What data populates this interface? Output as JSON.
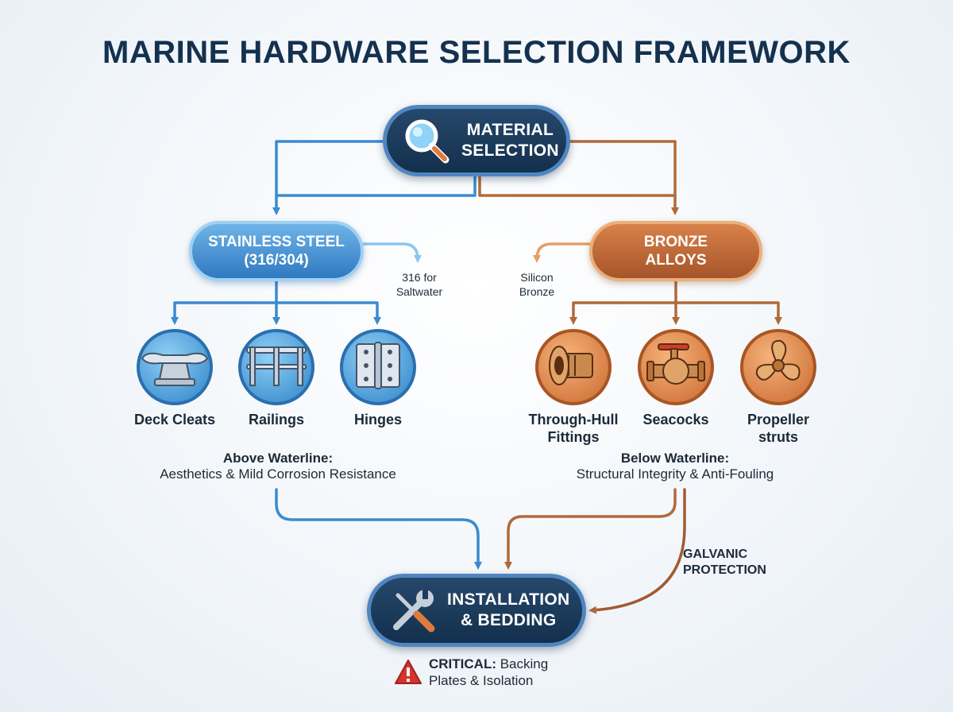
{
  "title": "MARINE HARDWARE SELECTION FRAMEWORK",
  "root": {
    "line1": "MATERIAL",
    "line2": "SELECTION",
    "icon": "magnifier-icon"
  },
  "steel": {
    "line1": "STAINLESS STEEL",
    "line2": "(316/304)",
    "note_line1": "316 for",
    "note_line2": "Saltwater",
    "color": "#3a8bd0",
    "items": [
      {
        "label": "Deck Cleats",
        "icon": "cleat-icon"
      },
      {
        "label": "Railings",
        "icon": "railing-icon"
      },
      {
        "label": "Hinges",
        "icon": "hinge-icon"
      }
    ],
    "zone_title": "Above Waterline:",
    "zone_desc": "Aesthetics & Mild Corrosion Resistance"
  },
  "bronze": {
    "line1": "BRONZE",
    "line2": "ALLOYS",
    "note_line1": "Silicon",
    "note_line2": "Bronze",
    "color": "#b06a3a",
    "items": [
      {
        "label_line1": "Through-Hull",
        "label_line2": "Fittings",
        "icon": "through-hull-icon"
      },
      {
        "label_line1": "Seacocks",
        "label_line2": "",
        "icon": "valve-icon"
      },
      {
        "label_line1": "Propeller",
        "label_line2": "struts",
        "icon": "propeller-icon"
      }
    ],
    "zone_title": "Below Waterline:",
    "zone_desc": "Structural Integrity & Anti-Fouling"
  },
  "galvanic": {
    "line1": "GALVANIC",
    "line2": "PROTECTION"
  },
  "install": {
    "line1": "INSTALLATION",
    "line2": "& BEDDING",
    "icon": "tools-icon"
  },
  "critical": {
    "prefix": "CRITICAL:",
    "line1": " Backing",
    "line2": "Plates & Isolation",
    "icon": "warning-icon"
  }
}
